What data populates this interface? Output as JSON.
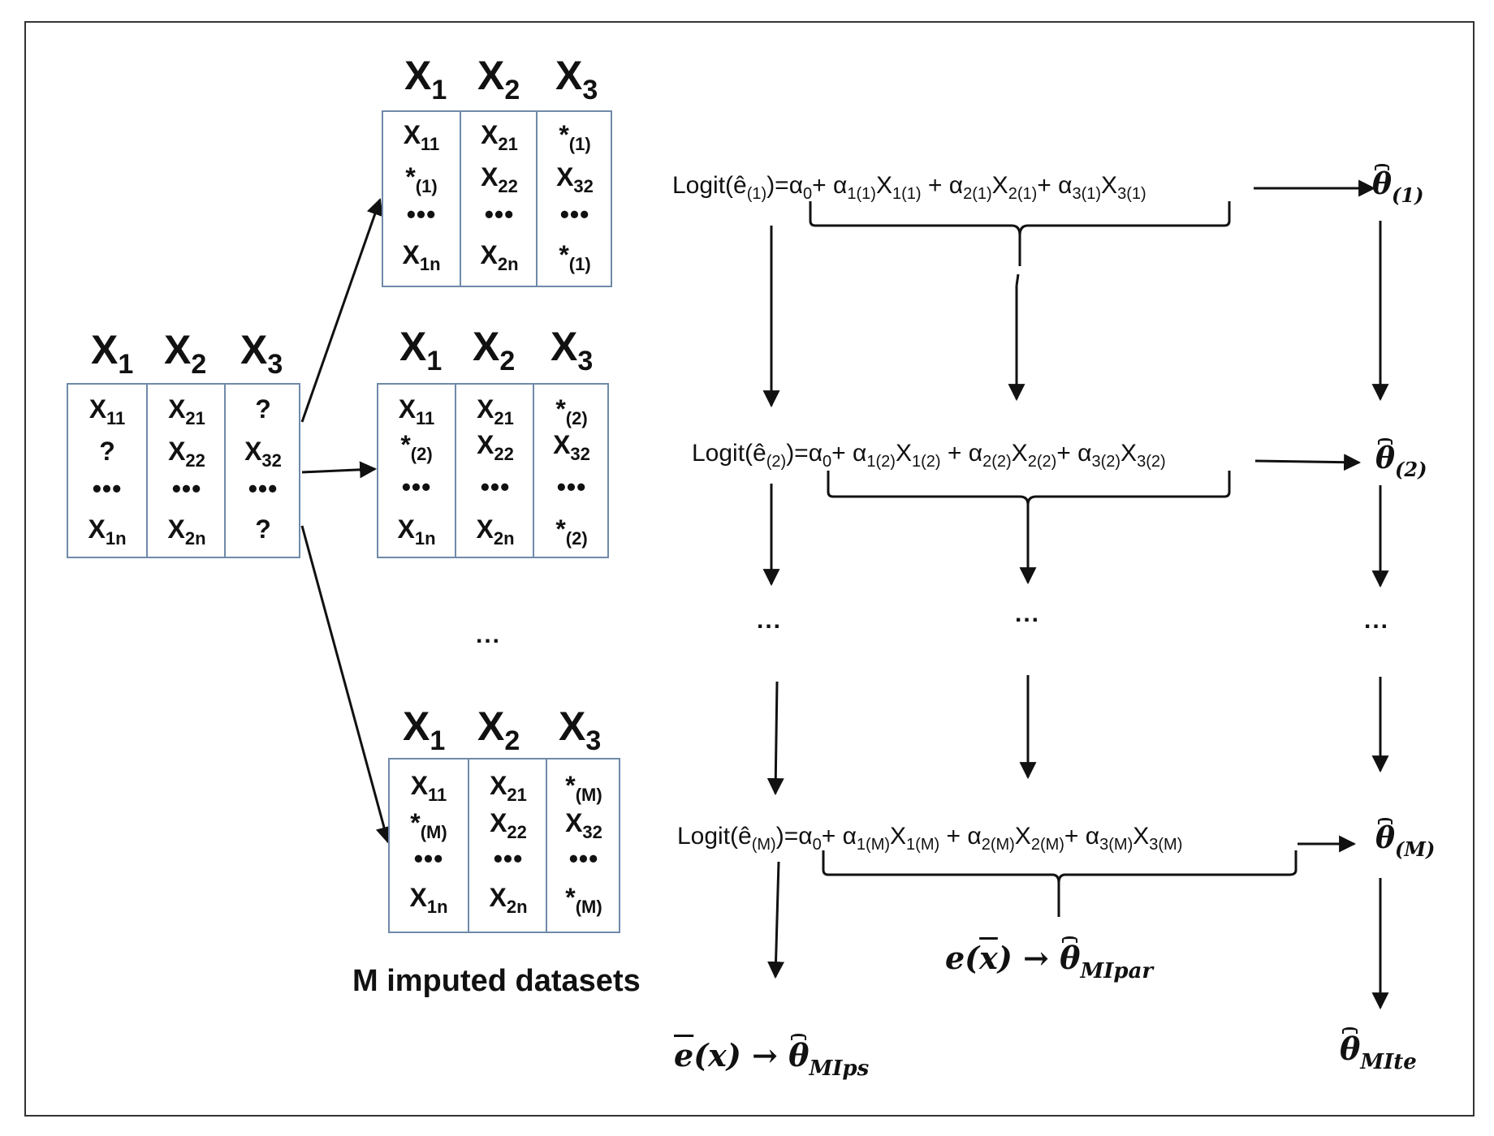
{
  "headers": [
    {
      "var": "X",
      "sub": "1"
    },
    {
      "var": "X",
      "sub": "2"
    },
    {
      "var": "X",
      "sub": "3"
    }
  ],
  "original_table": {
    "columns": [
      [
        {
          "t": "X",
          "s": "11"
        },
        {
          "t": "?",
          "s": ""
        },
        {
          "t": "•••",
          "s": ""
        },
        {
          "t": "X",
          "s": "1n"
        }
      ],
      [
        {
          "t": "X",
          "s": "21"
        },
        {
          "t": "X",
          "s": "22"
        },
        {
          "t": "•••",
          "s": ""
        },
        {
          "t": "X",
          "s": "2n"
        }
      ],
      [
        {
          "t": "?",
          "s": ""
        },
        {
          "t": "X",
          "s": "32"
        },
        {
          "t": "•••",
          "s": ""
        },
        {
          "t": "?",
          "s": ""
        }
      ]
    ]
  },
  "imputed_tables": [
    {
      "columns": [
        [
          {
            "t": "X",
            "s": "11"
          },
          {
            "t": "*",
            "s": "(1)"
          },
          {
            "t": "•••",
            "s": ""
          },
          {
            "t": "X",
            "s": "1n"
          }
        ],
        [
          {
            "t": "X",
            "s": "21"
          },
          {
            "t": "X",
            "s": "22"
          },
          {
            "t": "•••",
            "s": ""
          },
          {
            "t": "X",
            "s": "2n"
          }
        ],
        [
          {
            "t": "*",
            "s": "(1)"
          },
          {
            "t": "X",
            "s": "32"
          },
          {
            "t": "•••",
            "s": ""
          },
          {
            "t": "*",
            "s": "(1)"
          }
        ]
      ]
    },
    {
      "columns": [
        [
          {
            "t": "X",
            "s": "11"
          },
          {
            "t": "*",
            "s": "(2)"
          },
          {
            "t": "•••",
            "s": ""
          },
          {
            "t": "X",
            "s": "1n"
          }
        ],
        [
          {
            "t": "X",
            "s": "21"
          },
          {
            "t": "X",
            "s": "22"
          },
          {
            "t": "•••",
            "s": ""
          },
          {
            "t": "X",
            "s": "2n"
          }
        ],
        [
          {
            "t": "*",
            "s": "(2)"
          },
          {
            "t": "X",
            "s": "32"
          },
          {
            "t": "•••",
            "s": ""
          },
          {
            "t": "*",
            "s": "(2)"
          }
        ]
      ]
    },
    {
      "columns": [
        [
          {
            "t": "X",
            "s": "11"
          },
          {
            "t": "*",
            "s": "(M)"
          },
          {
            "t": "•••",
            "s": ""
          },
          {
            "t": "X",
            "s": "1n"
          }
        ],
        [
          {
            "t": "X",
            "s": "21"
          },
          {
            "t": "X",
            "s": "22"
          },
          {
            "t": "•••",
            "s": ""
          },
          {
            "t": "X",
            "s": "2n"
          }
        ],
        [
          {
            "t": "*",
            "s": "(M)"
          },
          {
            "t": "X",
            "s": "32"
          },
          {
            "t": "•••",
            "s": ""
          },
          {
            "t": "*",
            "s": "(M)"
          }
        ]
      ]
    }
  ],
  "tables_ellipsis": "...",
  "caption": "M imputed datasets",
  "equations": [
    {
      "index": "(1)"
    },
    {
      "index": "(2)"
    },
    {
      "index": "(M)"
    }
  ],
  "equation_parts": {
    "logit": "Logit(ê",
    "close": ")=",
    "alpha": "α",
    "zero": "0",
    "X": "X"
  },
  "thetas": [
    {
      "sub": "(1)"
    },
    {
      "sub": "(2)"
    },
    {
      "sub": "(M)"
    }
  ],
  "column_ellipsis": [
    "...",
    "...",
    "..."
  ],
  "results": {
    "mipar": {
      "sub": "MIpar"
    },
    "mips": {
      "sub": "MIps"
    },
    "mite": {
      "sub": "MIte"
    }
  }
}
